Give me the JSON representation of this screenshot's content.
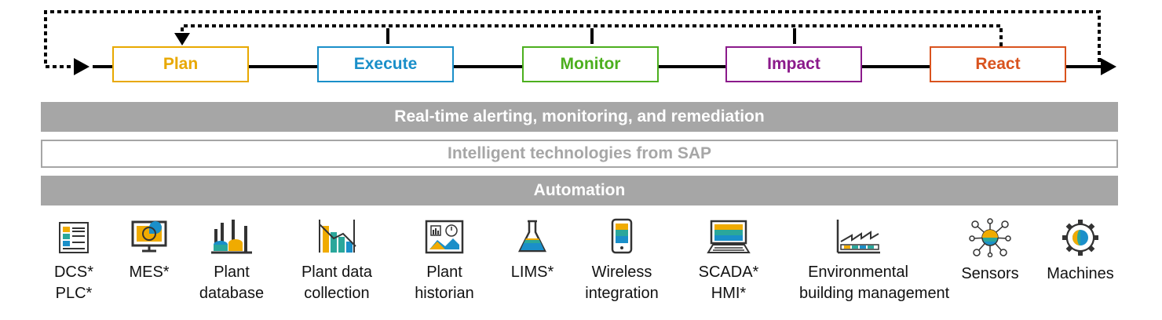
{
  "process": {
    "steps": [
      {
        "label": "Plan",
        "color": "#e8a800"
      },
      {
        "label": "Execute",
        "color": "#1a8fc9"
      },
      {
        "label": "Monitor",
        "color": "#4caf1e"
      },
      {
        "label": "Impact",
        "color": "#8b1a8b"
      },
      {
        "label": "React",
        "color": "#d9531e"
      }
    ]
  },
  "layers": {
    "alerting": "Real-time alerting, monitoring, and remediation",
    "intelligent": "Intelligent technologies from SAP",
    "automation": "Automation"
  },
  "systems": [
    {
      "line1": "DCS*",
      "line2": "PLC*",
      "icon": "document-list-icon"
    },
    {
      "line1": "MES*",
      "line2": "",
      "icon": "monitor-chart-icon"
    },
    {
      "line1": "Plant",
      "line2": "database",
      "icon": "factory-icon"
    },
    {
      "line1": "Plant data",
      "line2": "collection",
      "icon": "bar-chart-icon"
    },
    {
      "line1": "Plant",
      "line2": "historian",
      "icon": "dashboard-icon"
    },
    {
      "line1": "LIMS*",
      "line2": "",
      "icon": "lab-flask-icon"
    },
    {
      "line1": "Wireless",
      "line2": "integration",
      "icon": "mobile-phone-icon"
    },
    {
      "line1": "SCADA*",
      "line2": "HMI*",
      "icon": "workstation-icon"
    },
    {
      "line1": "Environmental",
      "line2": "building management",
      "icon": "building-icon"
    },
    {
      "line1": "Sensors",
      "line2": "",
      "icon": "sensor-network-icon"
    },
    {
      "line1": "Machines",
      "line2": "",
      "icon": "gear-icon"
    }
  ],
  "icon_colors": {
    "orange": "#f0ab00",
    "blue": "#1a8fc9",
    "teal": "#2aa79b",
    "dark": "#333333"
  }
}
